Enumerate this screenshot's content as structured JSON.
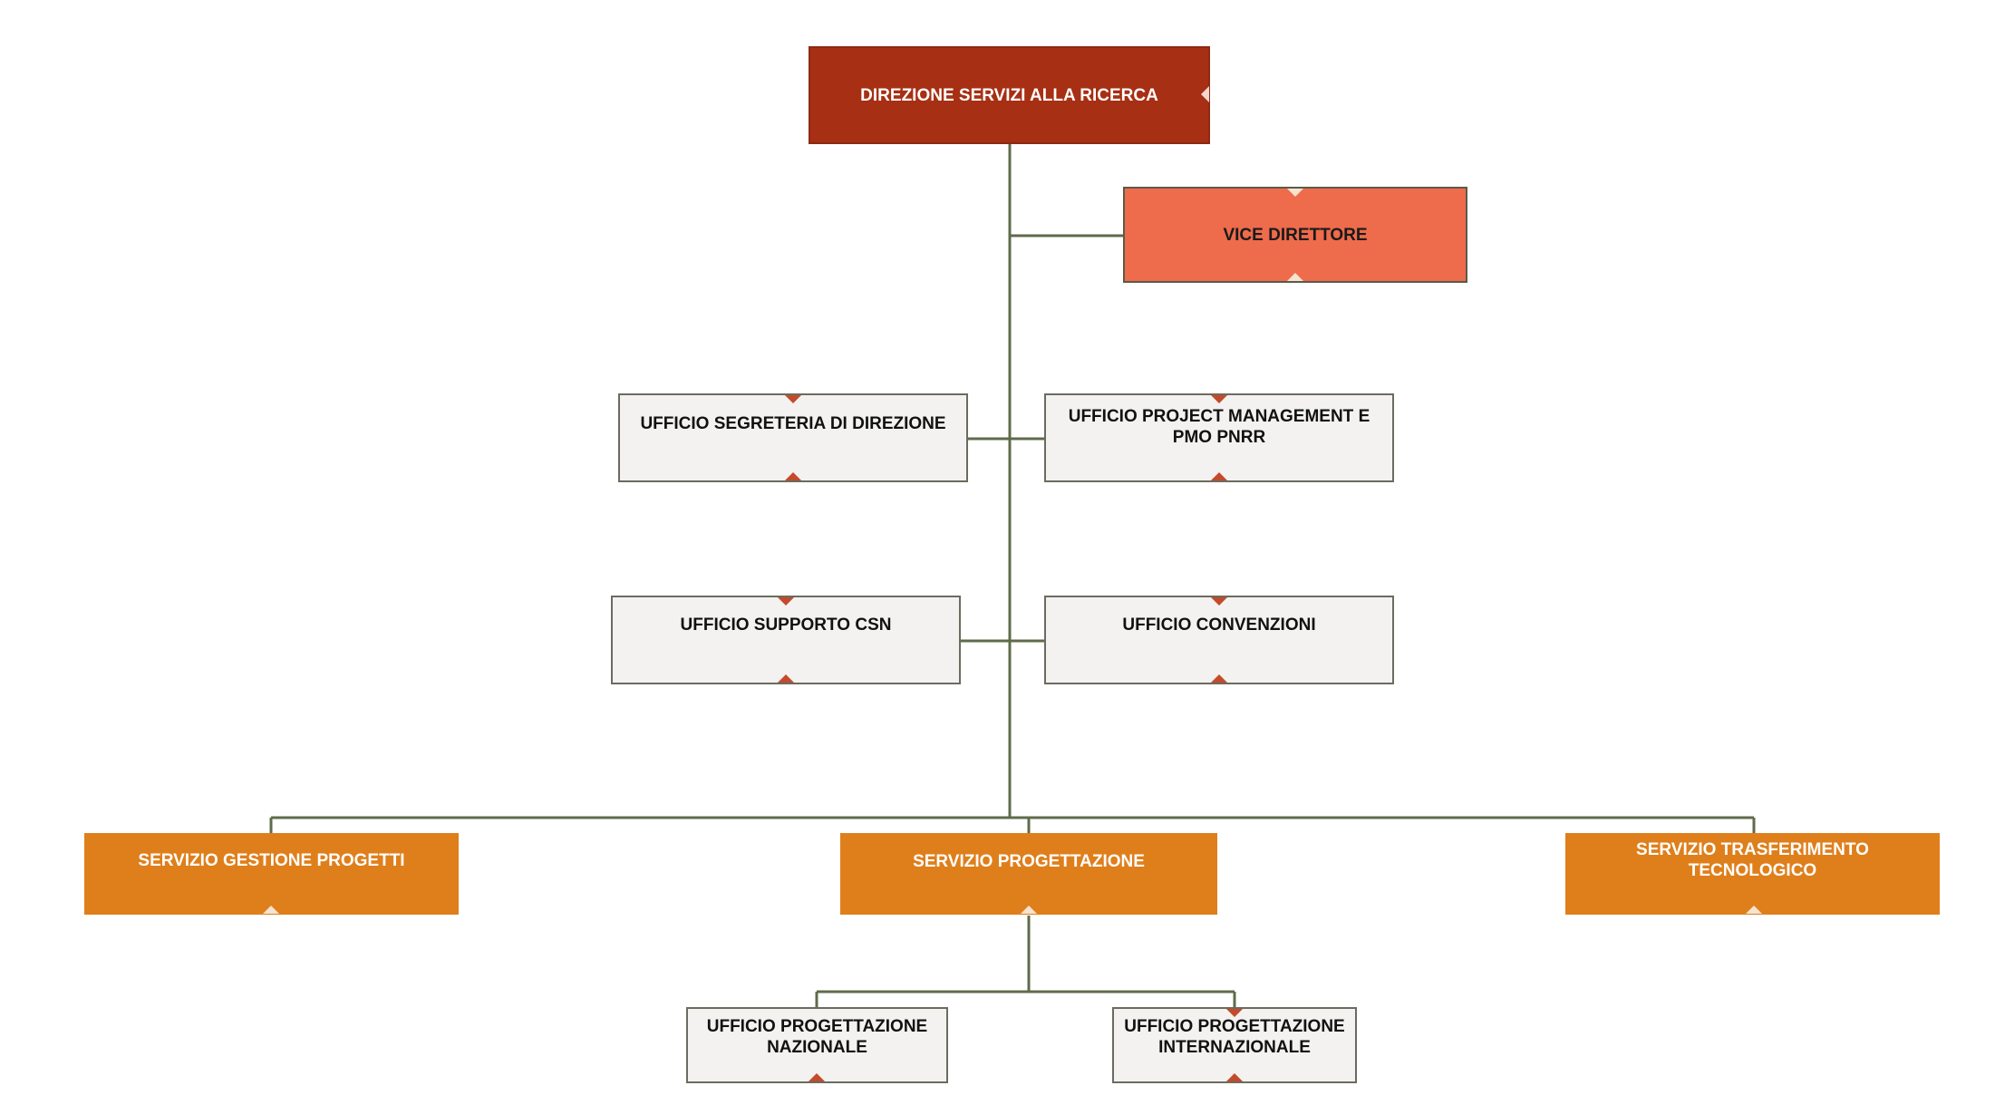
{
  "diagram": {
    "nodes": {
      "direzione": "DIREZIONE SERVIZI ALLA RICERCA",
      "vice": "VICE DIRETTORE",
      "segreteria": "UFFICIO SEGRETERIA DI DIREZIONE",
      "project_mgmt": "UFFICIO PROJECT MANAGEMENT E PMO PNRR",
      "supporto_csn": "UFFICIO SUPPORTO CSN",
      "convenzioni": "UFFICIO CONVENZIONI",
      "gestione_progetti": "SERVIZIO GESTIONE PROGETTI",
      "progettazione": "SERVIZIO PROGETTAZIONE",
      "trasferimento": "SERVIZIO TRASFERIMENTO TECNOLOGICO",
      "prog_nazionale": "UFFICIO PROGETTAZIONE NAZIONALE",
      "prog_internazionale": "UFFICIO PROGETTAZIONE INTERNAZIONALE"
    },
    "colors": {
      "direzione": "#a72f13",
      "vice": "#ee6b4b",
      "ufficio": "#f3f2f0",
      "servizio": "#df7f1b",
      "connector": "#5f6b4a"
    }
  }
}
